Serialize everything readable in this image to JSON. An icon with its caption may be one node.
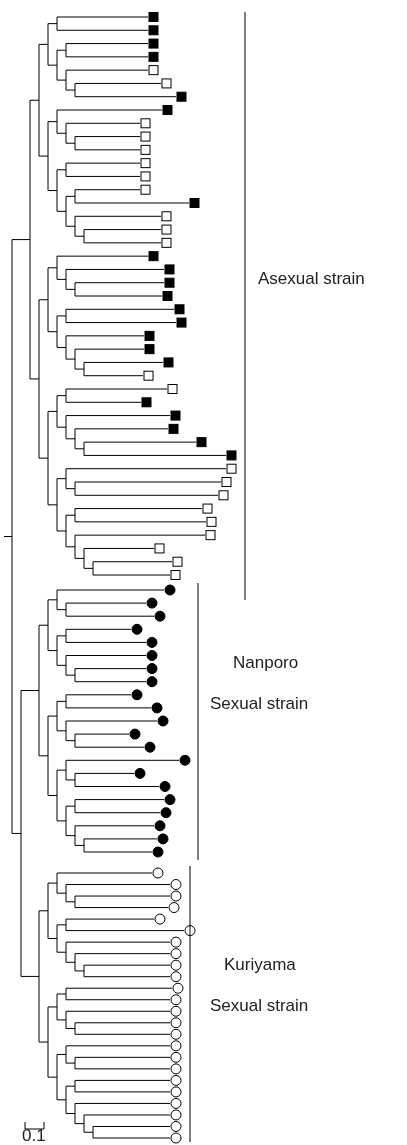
{
  "diagram": {
    "labels": [
      "Asexual strain",
      "Nanporo",
      "Sexual strain",
      "Kuriyama",
      "Sexual strain",
      "0.1"
    ]
  }
}
